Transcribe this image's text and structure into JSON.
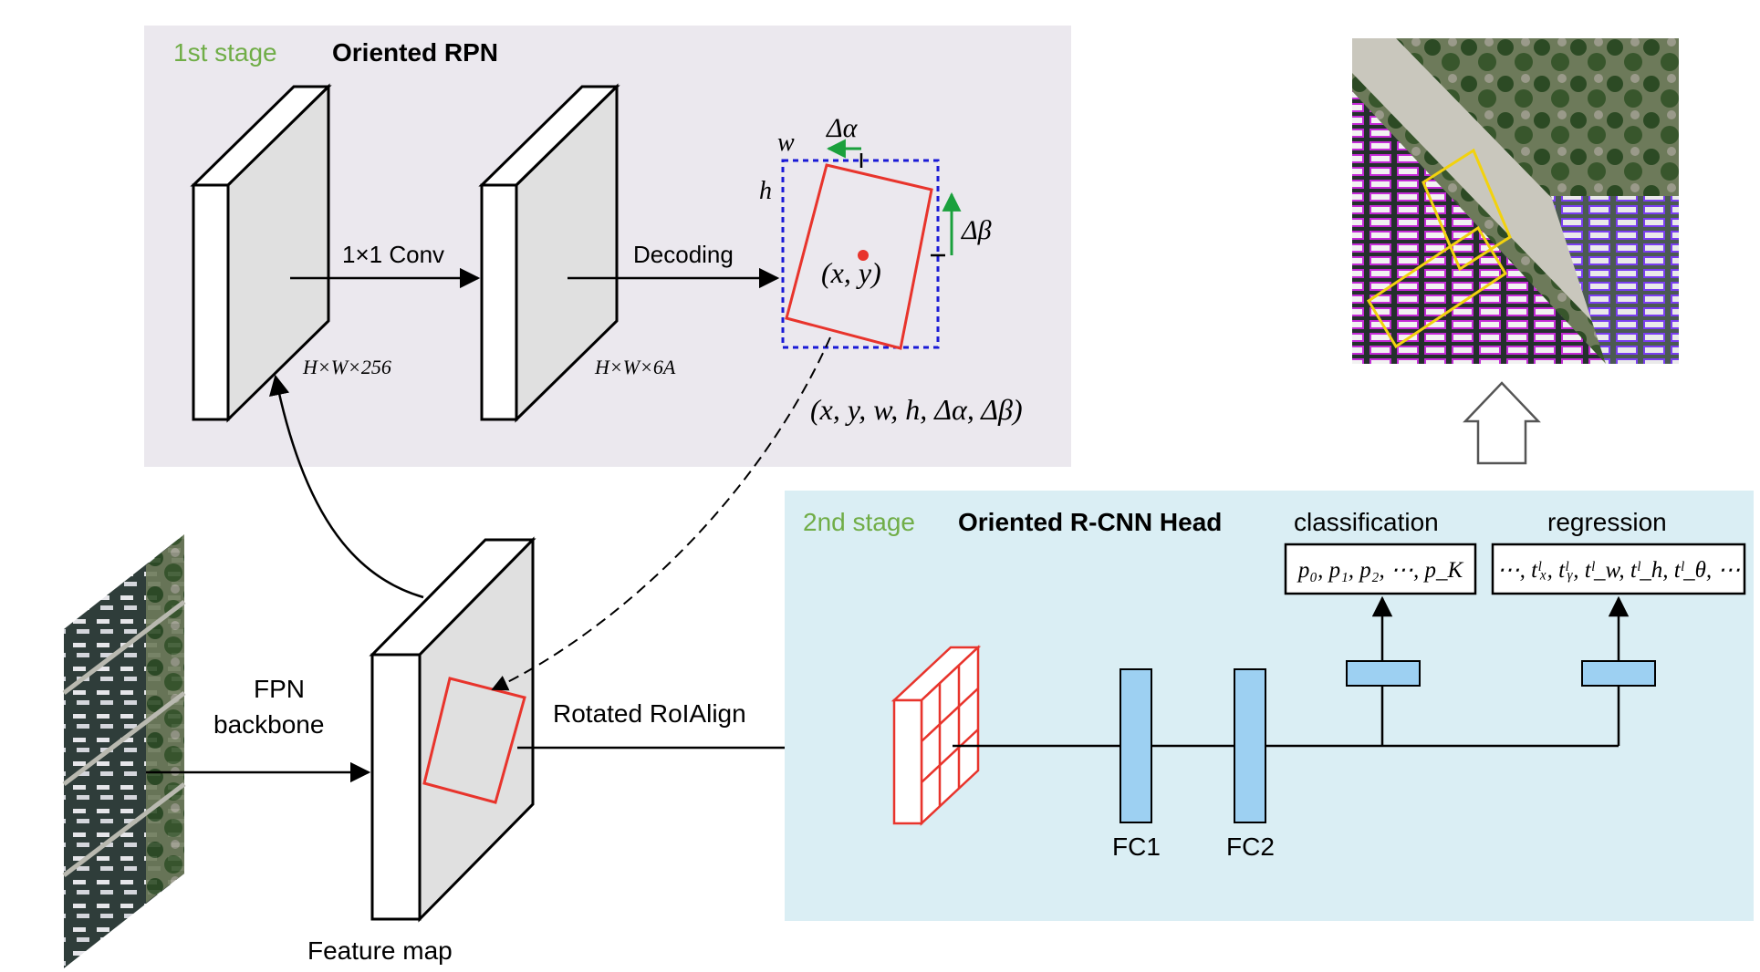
{
  "stage1": {
    "tag": "1st stage",
    "title": "Oriented RPN",
    "conv_label": "1×1 Conv",
    "decoding_label": "Decoding",
    "feat1_dims": "H×W×256",
    "feat2_dims": "H×W×6A",
    "box": {
      "w": "w",
      "h": "h",
      "delta_alpha": "Δα",
      "delta_beta": "Δβ",
      "center": "(x, y)",
      "params": "(x, y, w, h, Δα, Δβ)"
    }
  },
  "backbone": {
    "label_line1": "FPN",
    "label_line2": "backbone",
    "feature_map_label": "Feature map",
    "roialign_label": "Rotated RoIAlign"
  },
  "stage2": {
    "tag": "2nd stage",
    "title": "Oriented R-CNN Head",
    "fc1": "FC1",
    "fc2": "FC2",
    "classification_label": "classification",
    "regression_label": "regression",
    "cls_output": "p₀, p₁, p₂, ⋯, p_K",
    "reg_output": "⋯, tˡₓ, tˡᵧ, tˡ_w, tˡ_h, tˡ_θ, ⋯"
  },
  "colors": {
    "stage1_bg": "#ebe8ee",
    "stage2_bg": "#daeef4",
    "stage_tag": "#70ad47",
    "roi_red": "#e8342c",
    "anchor_blue": "#1a1ad6",
    "arrow_green": "#1aa03c",
    "fc_blue": "#9dd0f2"
  },
  "icons": {
    "input_image": "aerial-harbor-image",
    "output_image": "detection-result-image",
    "up_arrow": "hollow-up-arrow-icon"
  }
}
